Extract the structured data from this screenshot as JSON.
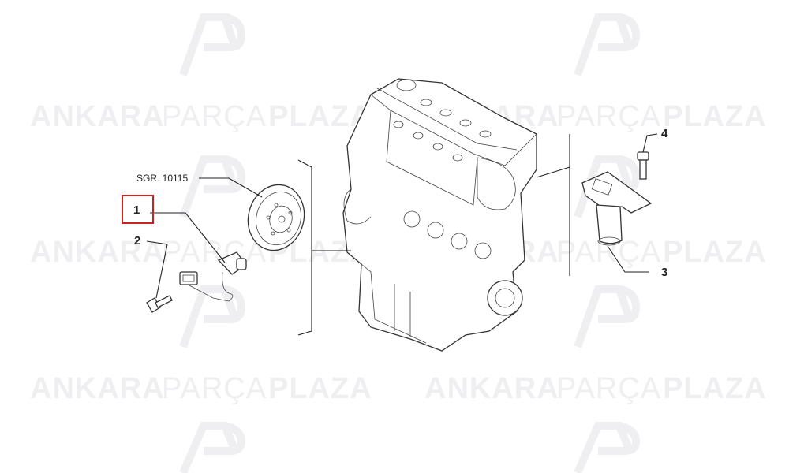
{
  "watermark": {
    "brand_word1": "ANKARA",
    "brand_word2": "PARÇA",
    "brand_word3": "PLAZA",
    "color": "#efeff1"
  },
  "callouts": {
    "c1": "1",
    "c2": "2",
    "c3": "3",
    "c4": "4",
    "ref": "SGR. 10115"
  },
  "highlight_color": "#cc2222"
}
